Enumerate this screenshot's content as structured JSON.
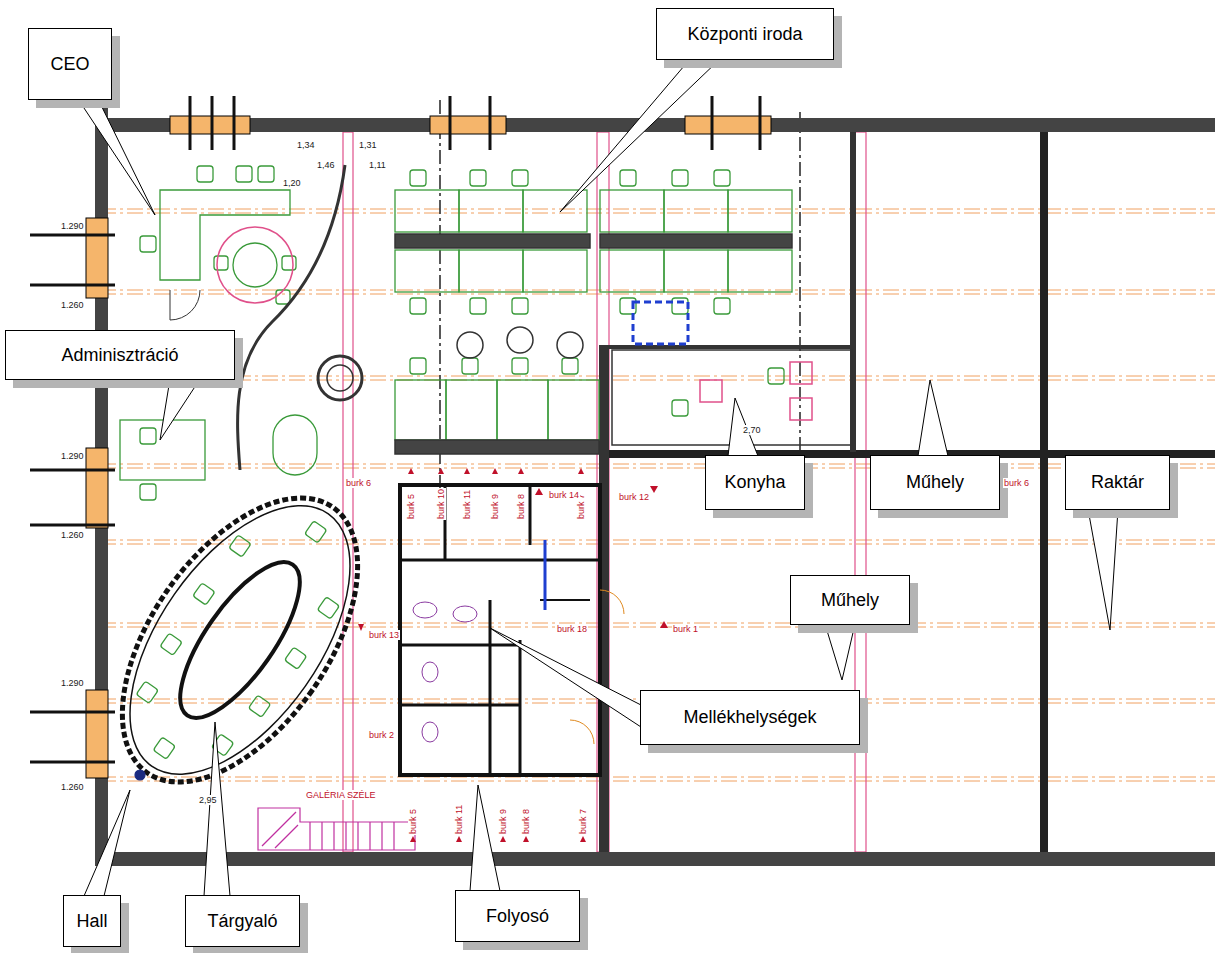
{
  "diagram": {
    "nodes": [
      {
        "text": [
          "CEO"
        ]
      },
      {
        "text": [
          "Központi iroda"
        ]
      },
      {
        "text": [
          "Adminisztráció"
        ]
      },
      {
        "text": [
          "Konyha"
        ]
      },
      {
        "text": [
          "Műhely"
        ]
      },
      {
        "text": [
          "Raktár"
        ]
      },
      {
        "text": [
          "Műhely"
        ]
      },
      {
        "text": [
          "Mellékhelységek"
        ]
      },
      {
        "text": [
          "Hall"
        ]
      },
      {
        "text": [
          "Tárgyaló"
        ]
      },
      {
        "text": [
          "Folyosó"
        ]
      }
    ],
    "labels": [
      "burk 5",
      "burk 10",
      "burk 11",
      "burk 9",
      "burk 8",
      "burk 7",
      "burk 6",
      "burk 6",
      "burk 12",
      "burk 14",
      "burk 18",
      "burk 1",
      "burk 13",
      "burk 2",
      "burk 5",
      "burk 11",
      "burk 9",
      "burk 8",
      "burk 7",
      "1,34",
      "1,31",
      "1,46",
      "1,11",
      "1,20",
      "1.290",
      "1.260",
      "1.290",
      "1.260",
      "1.290",
      "1.260",
      "2,95",
      "GALÉRIA SZÉLE",
      "2,70"
    ]
  }
}
